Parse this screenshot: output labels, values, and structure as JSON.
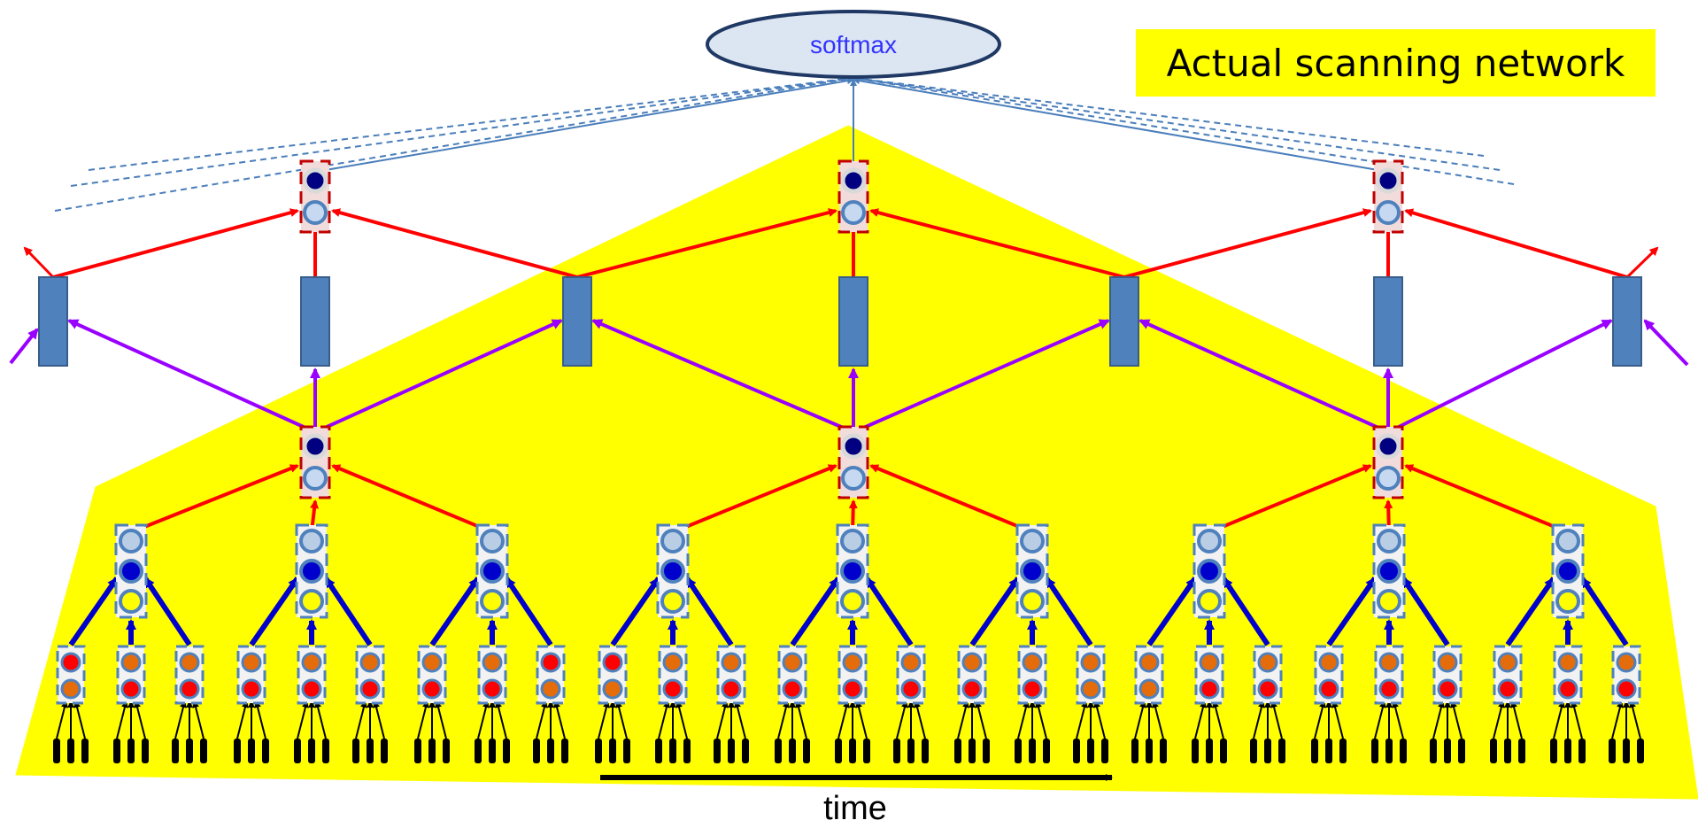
{
  "title": "Actual scanning network",
  "softmax_label": "softmax",
  "time_label": "time",
  "colors": {
    "highlight": "#ffff00",
    "red_arrow": "#ff0000",
    "purple_arrow": "#9900ff",
    "blue_arrow": "#0000cc",
    "softmax_fill": "#dce6f2",
    "softmax_stroke": "#1f3864",
    "softmax_text": "#3333ff",
    "bar_fill": "#4f81bd",
    "dashed_line": "#4a7ebb",
    "node_red": "#ff0000",
    "node_orange": "#e46c0a",
    "node_blue": "#0000cc",
    "node_yellow": "#ffff00"
  }
}
